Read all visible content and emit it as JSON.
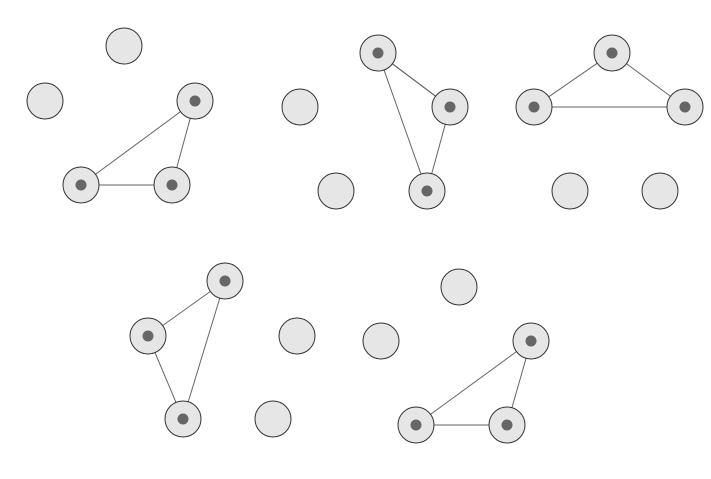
{
  "colors": {
    "background": "#ffffff",
    "node_fill": "#e6e6e6",
    "node_stroke": "#333333",
    "active_dot": "#666666",
    "edge": "#666666",
    "arrowhead": "#666666"
  },
  "diagrams": [
    {
      "id": "panel-1",
      "nodes": [
        {
          "id": "a",
          "active": false
        },
        {
          "id": "b",
          "active": false
        },
        {
          "id": "c",
          "active": true
        },
        {
          "id": "d",
          "active": true
        },
        {
          "id": "e",
          "active": true
        }
      ],
      "edges": [
        {
          "from": "d",
          "to": "c"
        },
        {
          "from": "c",
          "to": "e"
        },
        {
          "from": "e",
          "to": "d"
        },
        {
          "from": "d",
          "to": "e"
        }
      ]
    },
    {
      "id": "panel-2",
      "nodes": [
        {
          "id": "a",
          "active": true
        },
        {
          "id": "b",
          "active": false
        },
        {
          "id": "c",
          "active": true
        },
        {
          "id": "d",
          "active": false
        },
        {
          "id": "e",
          "active": true
        }
      ],
      "edges": [
        {
          "from": "c",
          "to": "a"
        },
        {
          "from": "a",
          "to": "c"
        },
        {
          "from": "e",
          "to": "c"
        },
        {
          "from": "e",
          "to": "a"
        }
      ]
    },
    {
      "id": "panel-3",
      "nodes": [
        {
          "id": "a",
          "active": true
        },
        {
          "id": "b",
          "active": true
        },
        {
          "id": "c",
          "active": true
        },
        {
          "id": "d",
          "active": false
        },
        {
          "id": "e",
          "active": false
        }
      ],
      "edges": [
        {
          "from": "b",
          "to": "a"
        },
        {
          "from": "a",
          "to": "c"
        },
        {
          "from": "c",
          "to": "b"
        }
      ]
    },
    {
      "id": "panel-4",
      "nodes": [
        {
          "id": "a",
          "active": true
        },
        {
          "id": "b",
          "active": true
        },
        {
          "id": "c",
          "active": false
        },
        {
          "id": "d",
          "active": true
        },
        {
          "id": "e",
          "active": false
        }
      ],
      "edges": [
        {
          "from": "a",
          "to": "b"
        },
        {
          "from": "b",
          "to": "d"
        },
        {
          "from": "d",
          "to": "a"
        }
      ]
    },
    {
      "id": "panel-5",
      "nodes": [
        {
          "id": "a",
          "active": false
        },
        {
          "id": "b",
          "active": false
        },
        {
          "id": "c",
          "active": true
        },
        {
          "id": "d",
          "active": true
        },
        {
          "id": "e",
          "active": true
        }
      ],
      "edges": [
        {
          "from": "d",
          "to": "c"
        },
        {
          "from": "c",
          "to": "e"
        },
        {
          "from": "e",
          "to": "d"
        },
        {
          "from": "d",
          "to": "e"
        }
      ]
    }
  ]
}
